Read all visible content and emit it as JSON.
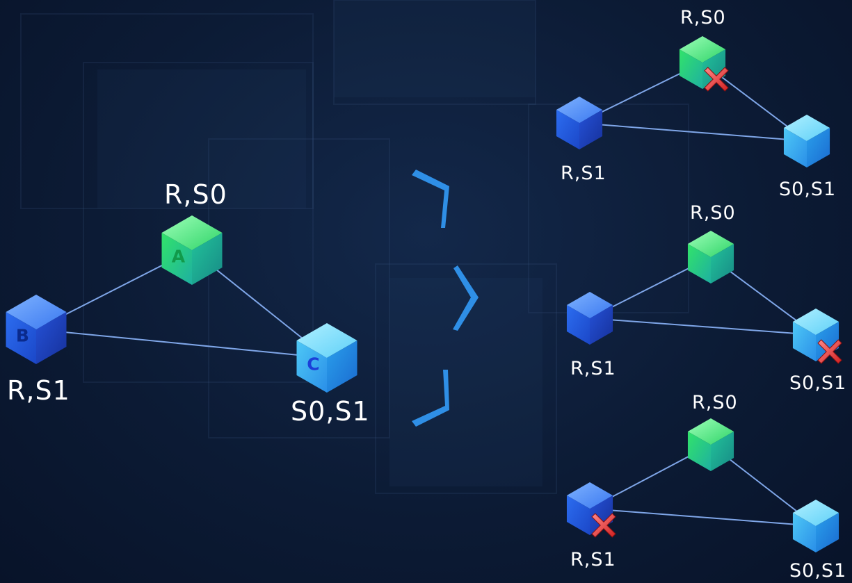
{
  "main_diagram": {
    "nodes": {
      "a": {
        "letter": "A",
        "label": "R,S0",
        "color": "green"
      },
      "b": {
        "letter": "B",
        "label": "R,S1",
        "color": "blue"
      },
      "c": {
        "letter": "C",
        "label": "S0,S1",
        "color": "cyan"
      }
    },
    "edges": [
      [
        "a",
        "b"
      ],
      [
        "a",
        "c"
      ],
      [
        "b",
        "c"
      ]
    ]
  },
  "scenarios": [
    {
      "failed": "a",
      "labels": {
        "a": "R,S0",
        "b": "R,S1",
        "c": "S0,S1"
      }
    },
    {
      "failed": "c",
      "labels": {
        "a": "R,S0",
        "b": "R,S1",
        "c": "S0,S1"
      }
    },
    {
      "failed": "b",
      "labels": {
        "a": "R,S0",
        "b": "R,S1",
        "c": "S0,S1"
      }
    }
  ],
  "colors": {
    "background": "#0c1b35",
    "edge": "#7fa6e8",
    "arrow": "#2f8fe6",
    "fail_mark": "#e83a3a",
    "green_cube": "#3fe87a",
    "blue_cube": "#2a5fe0",
    "cyan_cube": "#3ab8f0"
  },
  "icons": [
    "cube-icon",
    "fail-x-icon",
    "bracket-arrow-icon"
  ]
}
